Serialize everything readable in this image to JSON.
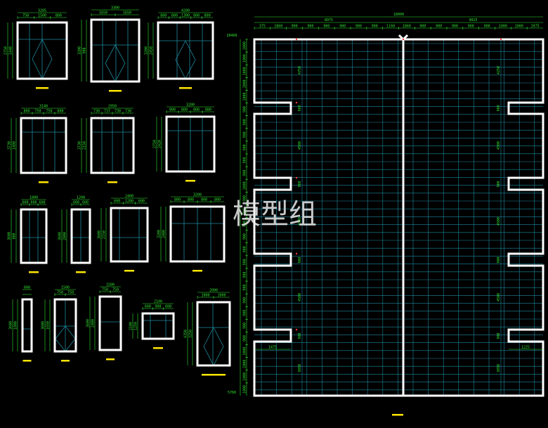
{
  "watermark": "模型组",
  "small_units": [
    {
      "top": "3205",
      "sub": [
        "750",
        "1500",
        "800"
      ],
      "left": [
        "1440"
      ],
      "total": "2750"
    },
    {
      "top": "3300",
      "sub": [
        "1650",
        "1650"
      ],
      "left": [
        "900"
      ],
      "total": "3200"
    },
    {
      "top": "4200",
      "sub": [
        "800",
        "800",
        "1300",
        "800",
        "800"
      ],
      "left": [
        "2450"
      ],
      "total": "3200"
    },
    {
      "top": "3140",
      "sub": [
        "800",
        "750",
        "750",
        "800"
      ],
      "left": [
        "1480"
      ],
      "total": "3730"
    },
    {
      "top": "2950",
      "sub": [
        "730",
        "737",
        "730",
        "730"
      ],
      "left": [
        "2150"
      ],
      "total": "3730"
    },
    {
      "top": "3200",
      "sub": [
        "800",
        "800",
        "800",
        "800"
      ],
      "left": [
        "2420"
      ],
      "total": "2750"
    },
    {
      "top": "1800",
      "sub": [
        "600",
        "600",
        "600"
      ],
      "left": [
        "800"
      ],
      "total": "3600"
    },
    {
      "top": "1200",
      "sub": [
        "600",
        "600"
      ],
      "left": [
        "2000"
      ],
      "total": "3600"
    },
    {
      "top": "2400",
      "sub": [
        "600",
        "1200",
        "600"
      ],
      "left": [
        "2150"
      ],
      "total": "3600"
    },
    {
      "top": "3200",
      "sub": [
        "800",
        "800",
        "800",
        "800"
      ],
      "left": [
        "2400"
      ],
      "total": "3200"
    },
    {
      "top": "600",
      "sub": [],
      "left": [
        "1800"
      ],
      "total": "3600"
    },
    {
      "top": "1500",
      "sub": [
        "750",
        "750"
      ],
      "left": [
        "1650"
      ],
      "total": "3600"
    },
    {
      "top": "1500",
      "sub": [
        "750",
        "750"
      ],
      "left": [
        "2400"
      ],
      "total": "3600"
    },
    {
      "top": "2100",
      "sub": [
        "600",
        "900",
        "600"
      ],
      "left": [
        "1250"
      ],
      "total": "2100"
    },
    {
      "top": "2000",
      "sub": [
        "1000",
        "1000"
      ],
      "left": [
        "3250"
      ],
      "total": "4350"
    }
  ],
  "main": {
    "total": "18000",
    "half_left": "8975",
    "half_right": "9025",
    "top_dims": [
      "375",
      "1860",
      "900",
      "900",
      "900",
      "900",
      "900",
      "900",
      "1160",
      "1860",
      "900",
      "900",
      "900",
      "900",
      "900",
      "1000",
      "1000",
      "1975"
    ],
    "left_dims": [
      "1000",
      "1000",
      "1000",
      "1000",
      "1000",
      "900",
      "900",
      "900",
      "900",
      "900",
      "900",
      "1000",
      "900",
      "900",
      "900",
      "900",
      "900",
      "900",
      "900",
      "900",
      "900",
      "900",
      "900",
      "900",
      "1000",
      "1000",
      "1000",
      "1000"
    ],
    "left_label_top": "20460",
    "left_label_bottom": "5760",
    "inner_labels_left": [
      "4750",
      "900",
      "4500",
      "900",
      "4500",
      "900",
      "4500",
      "900",
      "3850"
    ],
    "inner_labels_right": [
      "4250",
      "900",
      "4500",
      "900",
      "4500",
      "900",
      "4500",
      "900",
      "3850"
    ],
    "bottom_left": "1475",
    "bottom_right": "1225"
  }
}
